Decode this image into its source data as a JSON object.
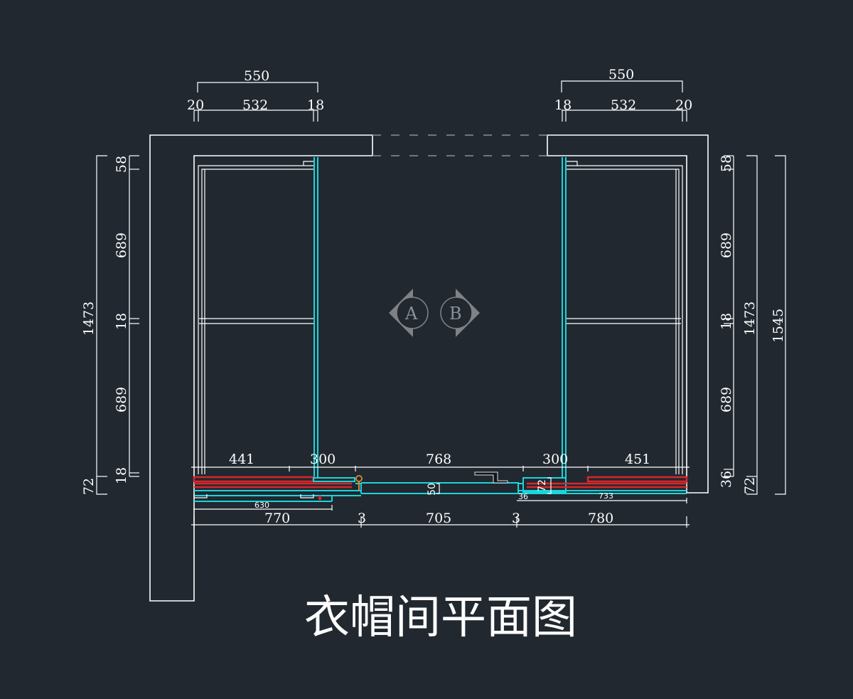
{
  "drawing": {
    "title": "衣帽间平面图",
    "colors": {
      "background": "#212830",
      "lines": "#ffffff",
      "doors": "#19d5dc",
      "sliding_panels": "#d8262a",
      "markers": "#7f8185"
    },
    "top_dims": {
      "left": {
        "overall": "550",
        "parts": [
          "20",
          "532",
          "18"
        ]
      },
      "right": {
        "overall": "550",
        "parts": [
          "18",
          "532",
          "20"
        ]
      }
    },
    "left_dims": {
      "overall": "1473",
      "bottom_extra": "72",
      "parts": [
        "58",
        "689",
        "18",
        "689",
        "18"
      ]
    },
    "right_dims": {
      "overall": "1545",
      "mid_overall": "1473",
      "bottom_extra": "72",
      "parts": [
        "58",
        "689",
        "18",
        "689",
        "36"
      ]
    },
    "bottom_upper_dims": [
      "441",
      "300",
      "768",
      "300",
      "451"
    ],
    "bottom_lower_dims": [
      "770",
      "3",
      "705",
      "3",
      "780"
    ],
    "small_dims": {
      "left_panel": "630",
      "right_panel": "733",
      "center_depth": "50",
      "right_depth": "72",
      "right_gap": "36"
    },
    "section_markers": [
      {
        "label": "A",
        "direction": "left"
      },
      {
        "label": "B",
        "direction": "right"
      }
    ]
  }
}
